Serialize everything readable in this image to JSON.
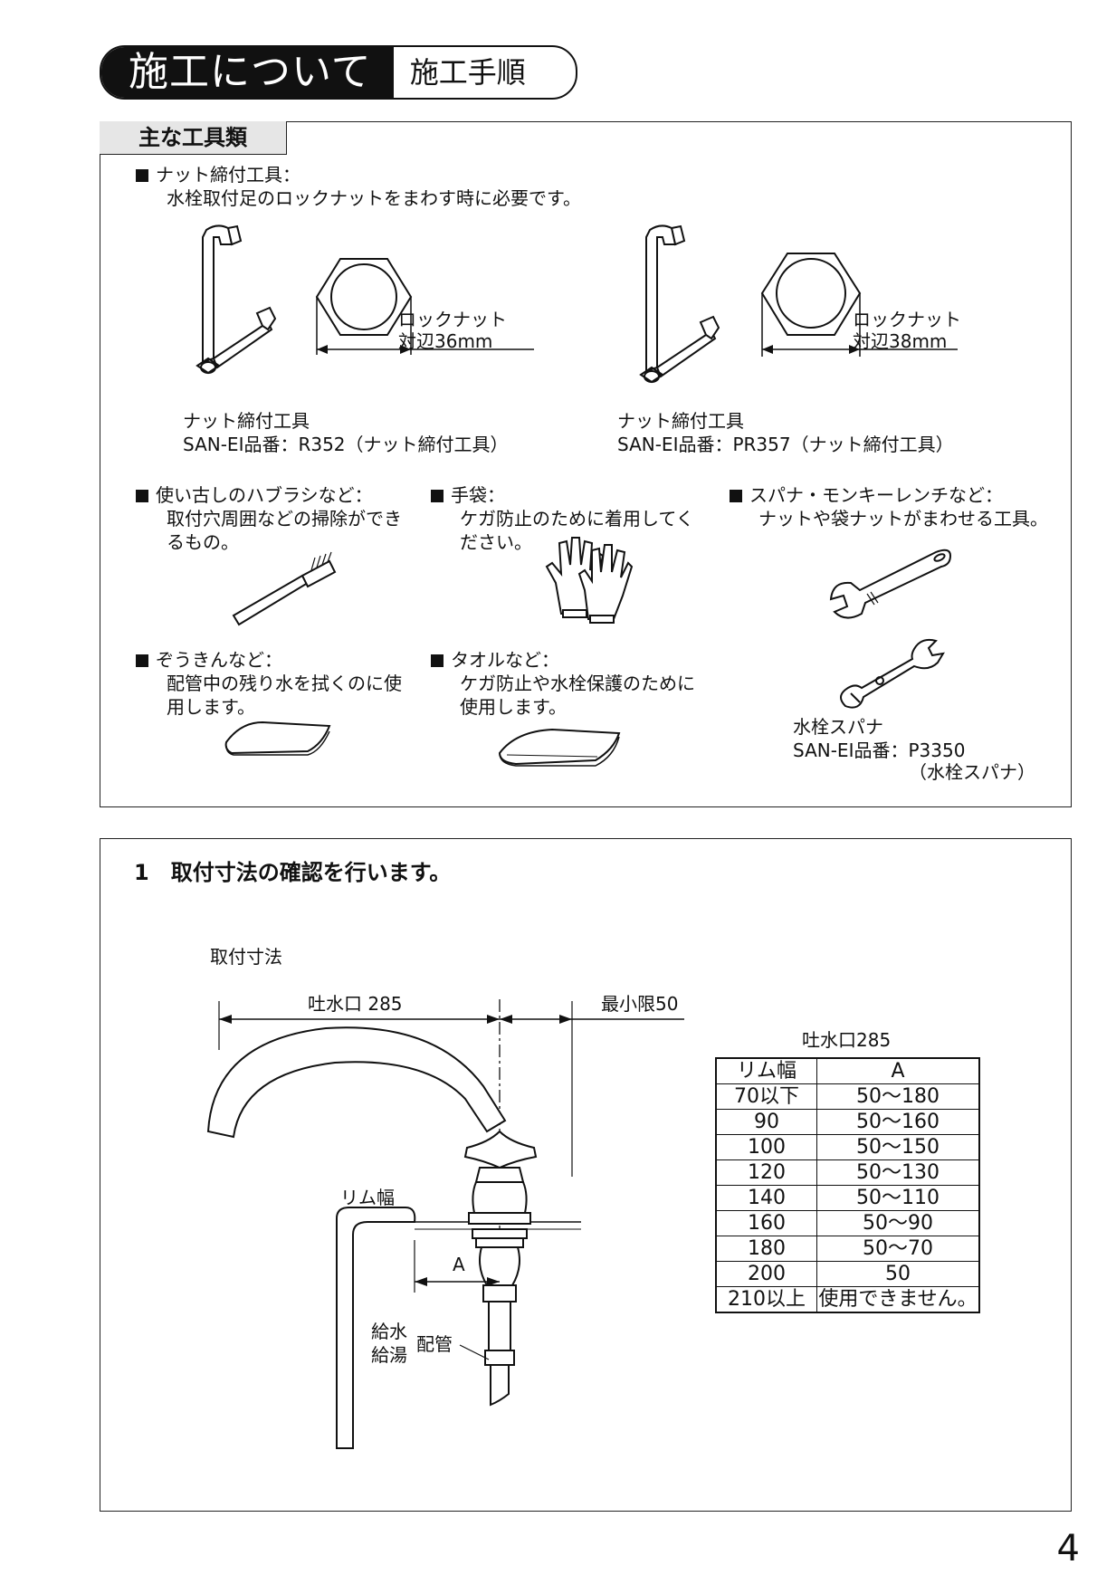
{
  "header": {
    "title": "施工について",
    "subtitle": "施工手順"
  },
  "tools": {
    "tab": "主な工具類",
    "nut_tool": {
      "heading": "ナット締付工具：",
      "desc": "水栓取付足のロックナットをまわす時に必要です。"
    },
    "nut_left": {
      "label1": "ロックナット",
      "label2": "対辺36mm",
      "caption1": "ナット締付工具",
      "caption2": "SAN-EI品番：R352（ナット締付工具）"
    },
    "nut_right": {
      "label1": "ロックナット",
      "label2": "対辺38mm",
      "caption1": "ナット締付工具",
      "caption2": "SAN-EI品番：PR357（ナット締付工具）"
    },
    "brush": {
      "heading": "使い古しのハブラシなど：",
      "line1": "取付穴周囲などの掃除ができ",
      "line2": "るもの。"
    },
    "gloves": {
      "heading": "手袋：",
      "line1": "ケガ防止のために着用してく",
      "line2": "ださい。"
    },
    "spanner": {
      "heading": "スパナ・モンキーレンチなど：",
      "line1": "ナットや袋ナットがまわせる工具。"
    },
    "rag": {
      "heading": "ぞうきんなど：",
      "line1": "配管中の残り水を拭くのに使",
      "line2": "用します。"
    },
    "towel": {
      "heading": "タオルなど：",
      "line1": "ケガ防止や水栓保護のために",
      "line2": "使用します。"
    },
    "faucet_spanner": {
      "caption1": "水栓スパナ",
      "caption2": "SAN-EI品番：P3350",
      "caption3": "（水栓スパナ）"
    }
  },
  "step1": {
    "title": "1　取付寸法の確認を行います。",
    "diagram_title": "取付寸法",
    "dim_spout": "吐水口 285",
    "dim_min": "最小限50",
    "rim_label": "リム幅",
    "a_label": "A",
    "water1": "給水",
    "water2": "給湯",
    "pipe": "配管",
    "table_title": "吐水口285",
    "table_header": [
      "リム幅",
      "A"
    ],
    "table_rows": [
      [
        "70以下",
        "50〜180"
      ],
      [
        "90",
        "50〜160"
      ],
      [
        "100",
        "50〜150"
      ],
      [
        "120",
        "50〜130"
      ],
      [
        "140",
        "50〜110"
      ],
      [
        "160",
        "50〜90"
      ],
      [
        "180",
        "50〜70"
      ],
      [
        "200",
        "50"
      ],
      [
        "210以上",
        "使用できません。"
      ]
    ]
  },
  "page_number": "4"
}
